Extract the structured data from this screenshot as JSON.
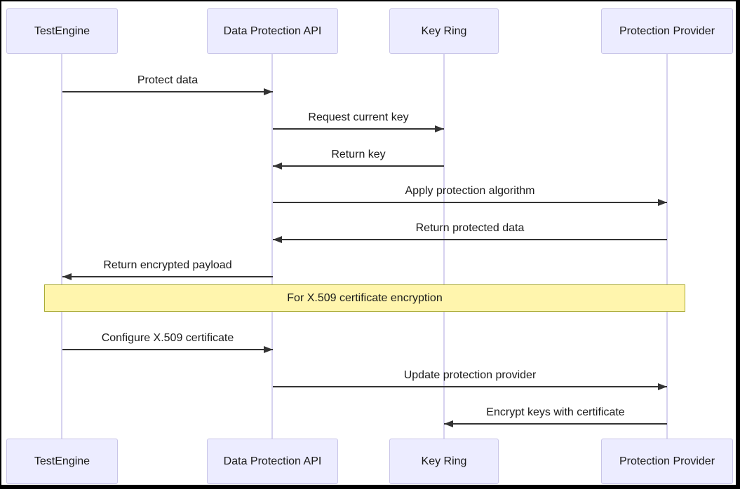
{
  "diagram_type": "sequence",
  "colors": {
    "actorFill": "#ECECFF",
    "actorBorder": "#C9C5E8",
    "lifeline": "#D6D2EF",
    "line": "#333333",
    "text": "#1a1a1a",
    "noteFill": "#FFF5AD",
    "noteBorder": "#AAAA33",
    "frame": "#000000",
    "background": "#FFFFFF"
  },
  "actors": [
    {
      "name": "TestEngine"
    },
    {
      "name": "Data Protection API"
    },
    {
      "name": "Key Ring"
    },
    {
      "name": "Protection Provider"
    }
  ],
  "messages": [
    {
      "label": "Protect data",
      "from": "TestEngine",
      "to": "Data Protection API",
      "direction": "right"
    },
    {
      "label": "Request current key",
      "from": "Data Protection API",
      "to": "Key Ring",
      "direction": "right"
    },
    {
      "label": "Return key",
      "from": "Key Ring",
      "to": "Data Protection API",
      "direction": "left"
    },
    {
      "label": "Apply protection algorithm",
      "from": "Data Protection API",
      "to": "Protection Provider",
      "direction": "right"
    },
    {
      "label": "Return protected data",
      "from": "Protection Provider",
      "to": "Data Protection API",
      "direction": "left"
    },
    {
      "label": "Return encrypted payload",
      "from": "Data Protection API",
      "to": "TestEngine",
      "direction": "left"
    },
    {
      "label": "Configure X.509 certificate",
      "from": "TestEngine",
      "to": "Data Protection API",
      "direction": "right"
    },
    {
      "label": "Update protection provider",
      "from": "Data Protection API",
      "to": "Protection Provider",
      "direction": "right"
    },
    {
      "label": "Encrypt keys with certificate",
      "from": "Protection Provider",
      "to": "Key Ring",
      "direction": "left"
    }
  ],
  "note": {
    "label": "For X.509 certificate encryption",
    "over": "all participants"
  }
}
